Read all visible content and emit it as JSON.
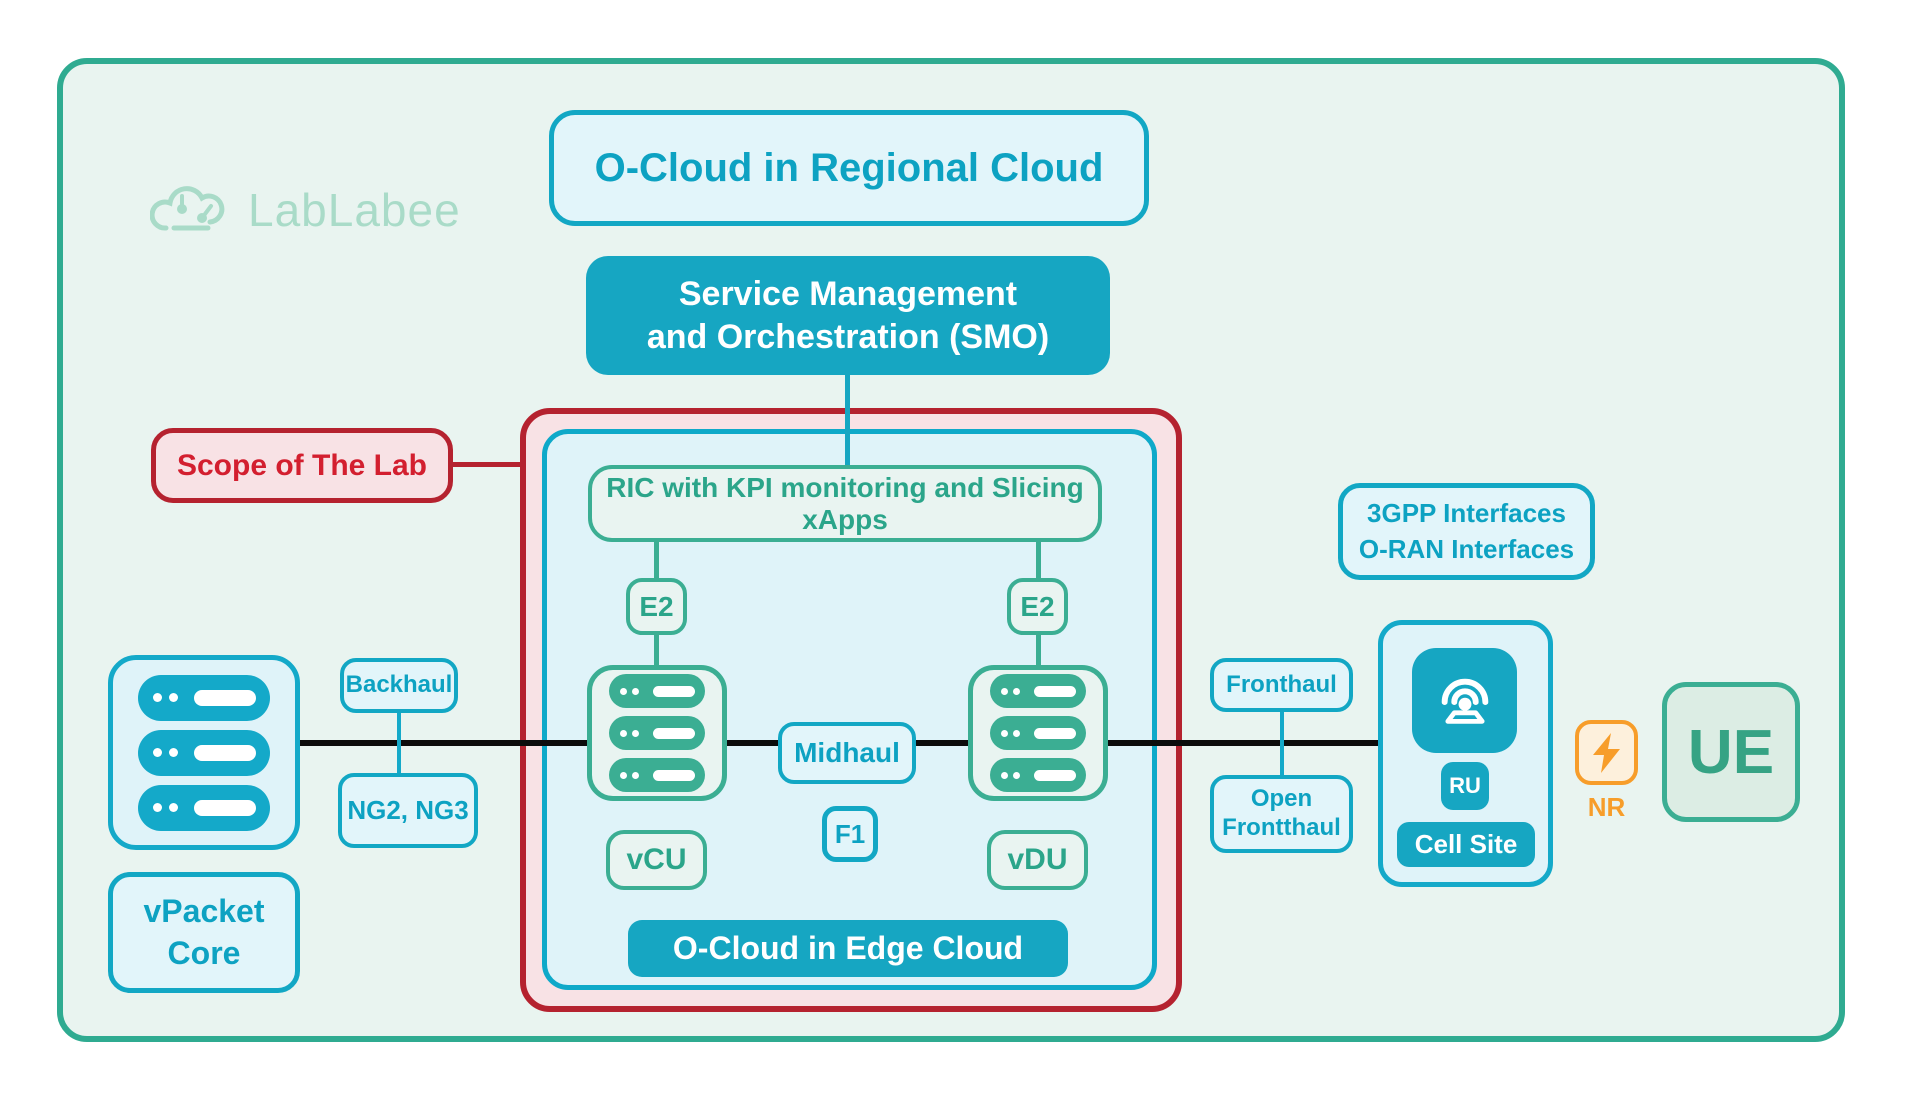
{
  "logo": {
    "text": "LabLabee"
  },
  "regional_cloud": {
    "title": "O-Cloud in Regional Cloud"
  },
  "smo": {
    "line1": "Service Management",
    "line2": "and Orchestration (SMO)"
  },
  "scope": {
    "label": "Scope of The Lab"
  },
  "edge_cloud": {
    "ric_label": "RIC with KPI monitoring and Slicing xApps",
    "e2_left": "E2",
    "e2_right": "E2",
    "midhaul": "Midhaul",
    "f1": "F1",
    "vcu": "vCU",
    "vdu": "vDU",
    "banner": "O-Cloud in Edge Cloud"
  },
  "core": {
    "line1": "vPacket",
    "line2": "Core"
  },
  "links": {
    "backhaul": "Backhaul",
    "ng": "NG2, NG3",
    "fronthaul": "Fronthaul",
    "open_fronthaul_line1": "Open",
    "open_fronthaul_line2": "Frontthaul"
  },
  "interfaces": {
    "line1": "3GPP Interfaces",
    "line2": "O-RAN Interfaces"
  },
  "cell_site": {
    "ru": "RU",
    "label": "Cell Site"
  },
  "nr": {
    "label": "NR"
  },
  "ue": {
    "label": "UE"
  },
  "colors": {
    "container_border": "#2fab91",
    "container_fill": "#e9f4f0",
    "teal_fill": "#16a6c2",
    "cyan_border": "#14a9c9",
    "cyan_text": "#0da2c2",
    "green_border": "#3bae93",
    "green_text": "#2ba58a",
    "red_border": "#b5222f",
    "red_fill": "#f8e2e5",
    "red_text": "#d31f2f",
    "orange": "#f79d2a",
    "line_black": "#0c0c0c",
    "logo_green": "#a9dbc8"
  }
}
